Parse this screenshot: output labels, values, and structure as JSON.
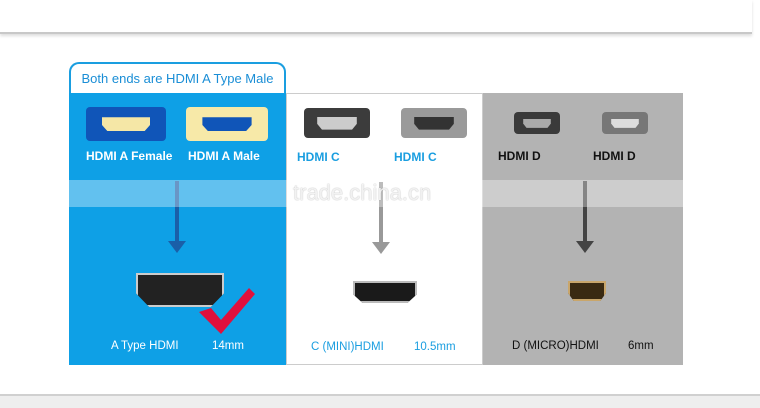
{
  "header_tab": "Both ends are HDMI A Type Male",
  "panels": [
    {
      "top_left": "HDMI A Female",
      "top_right": "HDMI A Male",
      "type": "A Type  HDMI",
      "size": "14mm",
      "color": "#0ea0e6",
      "selected": true
    },
    {
      "top_left": "HDMI C",
      "top_right": "HDMI C",
      "type": "C   (MINI)HDMI",
      "size": "10.5mm",
      "color": "#ffffff"
    },
    {
      "top_left": "HDMI D",
      "top_right": "HDMI D",
      "type": "D   (MICRO)HDMI",
      "size": "6mm",
      "color": "#b3b3b3"
    }
  ],
  "watermark": "trade.china.cn",
  "colors": {
    "accent": "#1a9ee0",
    "check": "#e0103c"
  }
}
